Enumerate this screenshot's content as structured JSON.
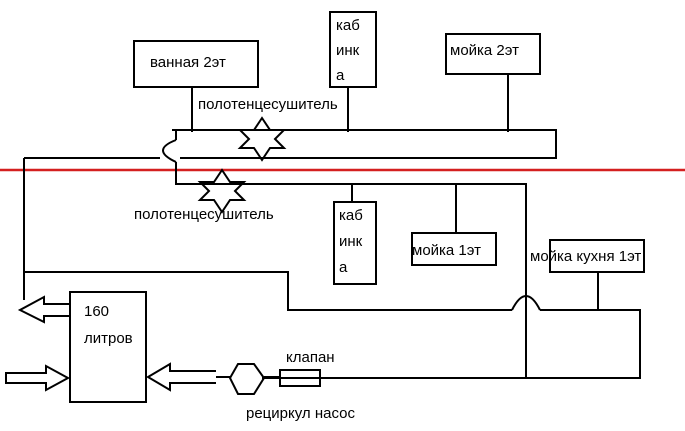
{
  "labels": {
    "bath_2": "ванная 2эт",
    "cabin_2": [
      "каб",
      "инк",
      "а"
    ],
    "sink_2": "мойка 2эт",
    "towel_dryer_2": "полотенцесушитель",
    "towel_dryer_1": "полотенцесушитель",
    "cabin_1": [
      "каб",
      "инк",
      "а"
    ],
    "sink_1": "мойка 1эт",
    "kitchen_sink_1": "мойка кухня 1эт",
    "tank": [
      "160",
      "литров"
    ],
    "valve": "клапан",
    "pump": "рециркул насос"
  },
  "colors": {
    "line": "#000000",
    "floor_divider": "#d42020",
    "background": "#ffffff"
  },
  "icons": {
    "towel_dryer": "six-point-star-icon",
    "pump": "hexagon-icon",
    "valve": "rectangle-valve-icon",
    "flow": "arrow-left-icon"
  }
}
